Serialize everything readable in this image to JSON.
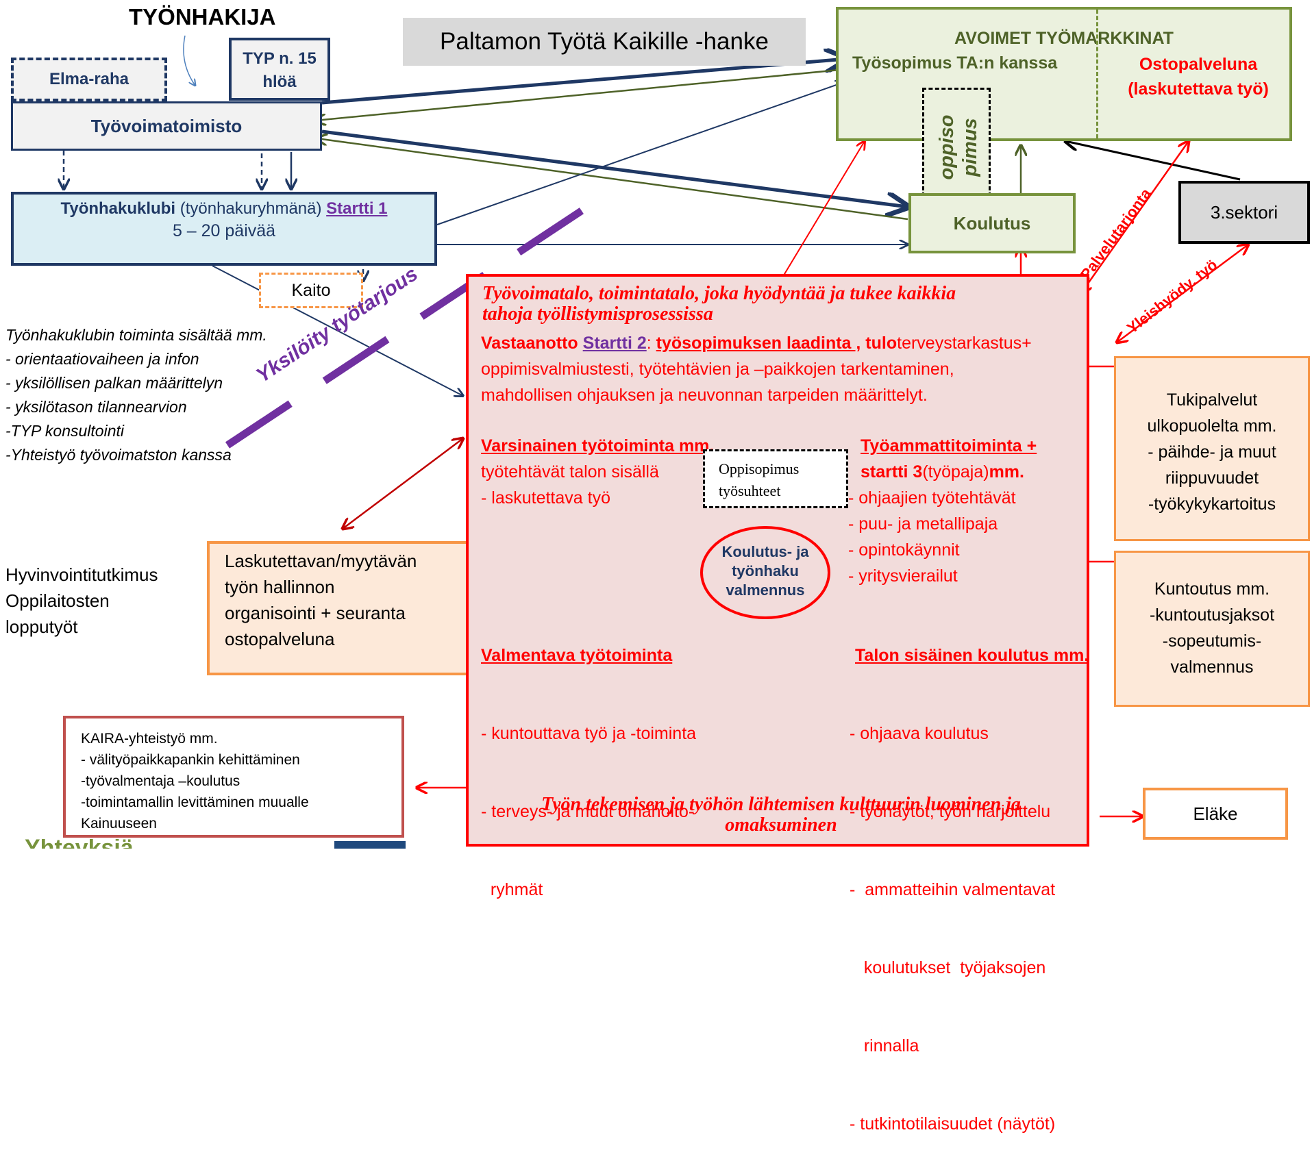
{
  "colors": {
    "navy": "#1f3864",
    "dark_blue": "#17365d",
    "olive": "#4e6228",
    "red": "#ff0000",
    "purple": "#7030a0",
    "orange": "#f79646",
    "pink_fill": "#f2dcdb",
    "green_fill": "#ebf1de",
    "light_blue_fill": "#dbeef4",
    "peach_fill": "#fde9d9",
    "gray_fill": "#d9d9d9",
    "kaira_border": "#c0504d"
  },
  "title": "TYÖNHAKIJA",
  "project_title": "Paltamon Työtä Kaikille -hanke",
  "elma": "Elma-raha",
  "typ": [
    "TYP n. 15",
    "hlöä"
  ],
  "tyovoimatoimisto": "Työvoimatoimisto",
  "hakuklubi": {
    "bold": "Työnhakuklubi",
    "normal": " (työnhakuryhmänä) ",
    "startti": "Startti 1",
    "days": "5 – 20 päivää"
  },
  "kaito": "Kaito",
  "hakuklubi_list": [
    "Työnhakuklubin toiminta sisältää mm.",
    "- orientaatiovaiheen ja infon",
    "- yksilöllisen palkan määrittelyn",
    "- yksilötason tilannearvion",
    "-TYP konsultointi",
    "-Yhteistyö työvoimatston kanssa"
  ],
  "yksiloity": "Yksilöity työtarjous",
  "hyvinvointi": [
    "Hyvinvointitutkimus",
    "Oppilaitosten",
    "lopputyöt"
  ],
  "laskutettava": [
    "Laskutettavan/myytävän",
    "työn hallinnon",
    "organisointi + seuranta",
    "ostopalveluna"
  ],
  "kaira": [
    "KAIRA-yhteistyö  mm.",
    "- välityöpaikkapankin kehittäminen",
    "-työvalmentaja –koulutus",
    "-toimintamallin levittäminen muualle",
    "Kainuuseen"
  ],
  "avoimet": {
    "title": "AVOIMET TYÖMARKKINAT",
    "left": "Työsopimus TA:n kanssa",
    "right": [
      "Ostopalveluna",
      "(laskutettava työ)"
    ]
  },
  "oppisopimus_vertical": [
    "oppiso",
    "pimus"
  ],
  "koulutus": "Koulutus",
  "sektori": "3.sektori",
  "palvelutarjonta": "Palvelutarjonta",
  "yleishyody": "Yleishyödy. työ",
  "talo": {
    "heading": [
      "Työvoimatalo, toimintatalo, joka hyödyntää ja tukee kaikkia",
      "tahoja työllistymisprosessissa"
    ],
    "vastaanotto": "Vastaanotto",
    "startti2": "Startti 2",
    "tyosopimus": "työsopimuksen laadinta ,",
    "tulo": "tulo",
    "terveys": "terveystarkastus+",
    "line2": "oppimisvalmiustesti, työtehtävien ja –paikkojen tarkentaminen,",
    "line3": "mahdollisen ohjauksen ja neuvonnan tarpeiden määrittelyt.",
    "varsinainen": {
      "title": "Varsinainen työtoiminta mm.",
      "items": [
        "työtehtävät talon sisällä",
        "- laskutettava työ"
      ]
    },
    "oppisopimus_box": [
      "Oppisopimus",
      "työsuhteet"
    ],
    "tyoammatti": {
      "title1": "Työammattitoiminta  +",
      "title2a": "startti 3",
      "title2b": "(työpaja)",
      "title2c": "mm.",
      "items": [
        "- ohjaajien työtehtävät",
        "- puu- ja metallipaja",
        "- opintokäynnit",
        "- yritysvierailut"
      ]
    },
    "koulutus_circle": [
      "Koulutus- ja",
      "työnhaku",
      "valmennus"
    ],
    "valmentava": {
      "title": "Valmentava työtoiminta",
      "items": [
        "- kuntouttava työ ja -toiminta",
        "- terveys- ja muut omahoito-",
        "  ryhmät"
      ]
    },
    "sisainen": {
      "title": "Talon sisäinen koulutus mm.",
      "items": [
        "- ohjaava koulutus",
        "- työnäytöt, työn harjoittelu",
        "-  ammatteihin valmentavat",
        "   koulutukset  työjaksojen",
        "   rinnalla",
        "- tutkintotilaisuudet (näytöt)"
      ]
    },
    "footer": [
      "Työn tekemisen ja työhön lähtemisen kulttuurin luominen ja",
      "omaksuminen"
    ]
  },
  "tukipalvelut": [
    "Tukipalvelut",
    "ulkopuolelta mm.",
    "- päihde- ja muut",
    "riippuvuudet",
    "-työkykykartoitus"
  ],
  "kuntoutus": [
    "Kuntoutus mm.",
    "-kuntoutusjaksot",
    "-sopeutumis-",
    "valmennus"
  ],
  "elake": "Eläke",
  "logo_partial": "Yhteyksiä"
}
